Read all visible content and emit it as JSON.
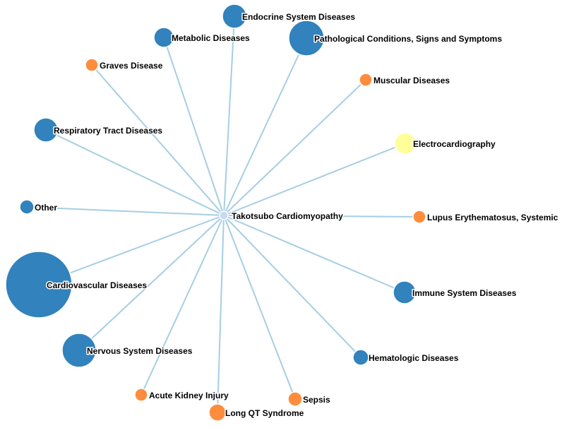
{
  "graph": {
    "colors": {
      "edge": "#a6cee3",
      "category": "#3182bd",
      "disease": "#fd8d3c",
      "procedure": "#ffff99",
      "center": "#c6dbef"
    },
    "center": {
      "label": "Takotsubo Cardiomyopathy",
      "kind": "center"
    },
    "nodes": [
      {
        "id": "endocrine",
        "label": "Endocrine System Diseases",
        "kind": "category"
      },
      {
        "id": "pathological",
        "label": "Pathological Conditions, Signs and Symptoms",
        "kind": "category"
      },
      {
        "id": "metabolic",
        "label": "Metabolic Diseases",
        "kind": "category"
      },
      {
        "id": "graves",
        "label": "Graves Disease",
        "kind": "disease"
      },
      {
        "id": "muscular",
        "label": "Muscular Diseases",
        "kind": "disease"
      },
      {
        "id": "respiratory",
        "label": "Respiratory Tract Diseases",
        "kind": "category"
      },
      {
        "id": "ecg",
        "label": "Electrocardiography",
        "kind": "procedure"
      },
      {
        "id": "other",
        "label": "Other",
        "kind": "category"
      },
      {
        "id": "lupus",
        "label": "Lupus Erythematosus, Systemic",
        "kind": "disease"
      },
      {
        "id": "cardiovascular",
        "label": "Cardiovascular Diseases",
        "kind": "category"
      },
      {
        "id": "immune",
        "label": "Immune System Diseases",
        "kind": "category"
      },
      {
        "id": "nervous",
        "label": "Nervous System Diseases",
        "kind": "category"
      },
      {
        "id": "hematologic",
        "label": "Hematologic Diseases",
        "kind": "category"
      },
      {
        "id": "aki",
        "label": "Acute Kidney Injury",
        "kind": "disease"
      },
      {
        "id": "sepsis",
        "label": "Sepsis",
        "kind": "disease"
      },
      {
        "id": "longqt",
        "label": "Long QT Syndrome",
        "kind": "disease"
      }
    ]
  }
}
